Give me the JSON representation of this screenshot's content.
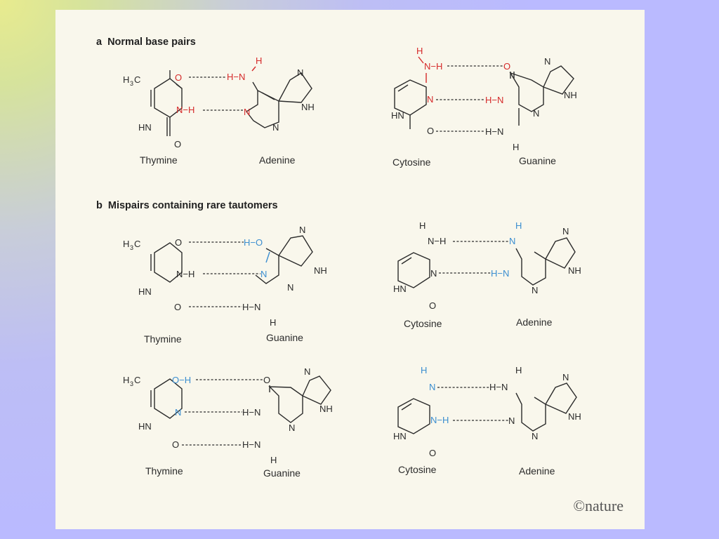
{
  "section_a": {
    "letter": "a",
    "title": "Normal base pairs"
  },
  "section_b": {
    "letter": "b",
    "title": "Mispairs containing rare tautomers"
  },
  "pairs": [
    {
      "left": "Thymine",
      "right": "Adenine",
      "highlight": "#d52a2a"
    },
    {
      "left": "Cytosine",
      "right": "Guanine",
      "highlight": "#d52a2a"
    },
    {
      "left": "Thymine",
      "right": "Guanine",
      "highlight": "#3b8ed0"
    },
    {
      "left": "Cytosine",
      "right": "Adenine",
      "highlight": "#3b8ed0"
    },
    {
      "left": "Thymine",
      "right": "Guanine",
      "highlight": "#3b8ed0"
    },
    {
      "left": "Cytosine",
      "right": "Adenine",
      "highlight": "#3b8ed0"
    }
  ],
  "atoms": {
    "H3C": "H3C",
    "O": "O",
    "N": "N",
    "H": "H",
    "NH": "NH",
    "HN": "HN"
  },
  "logo": "©nature"
}
